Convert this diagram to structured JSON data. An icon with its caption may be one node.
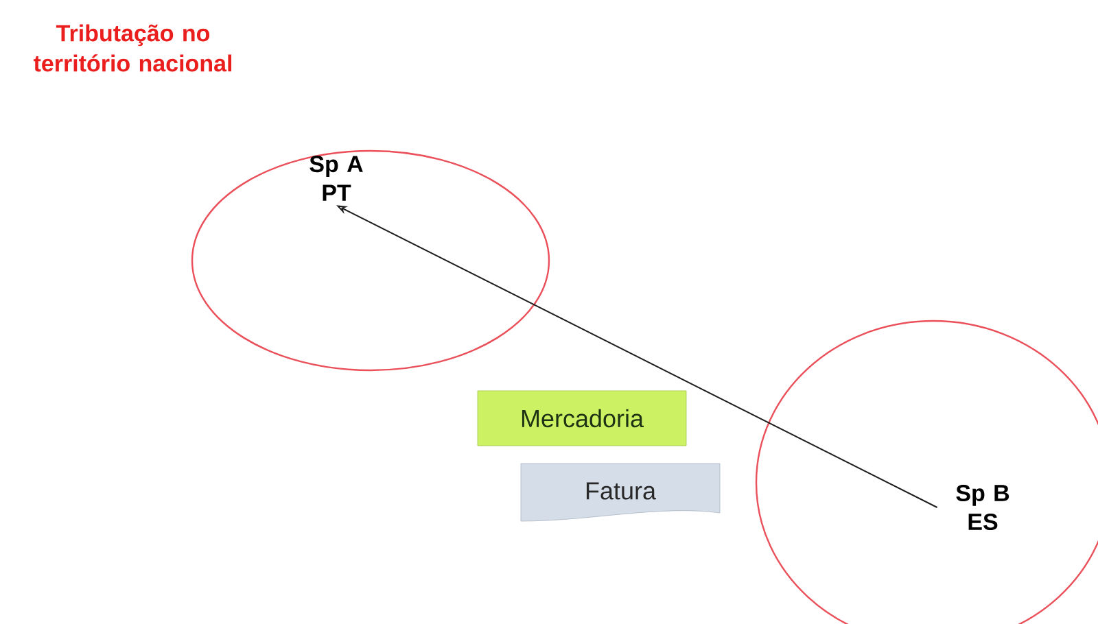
{
  "diagram": {
    "nodes": [
      {
        "text": [],
        "shape": "circle"
      },
      {
        "text": [
          "Sp A PT"
        ],
        "in": 0
      },
      {
        "text": [
          "Mercadoria"
        ]
      },
      {
        "text": [
          "Fatura"
        ]
      },
      {
        "text": [],
        "shape": "circle"
      },
      {
        "text": [
          "Sp B ES"
        ],
        "in": 4
      }
    ],
    "edges": [
      {
        "from": 5,
        "to": 1,
        "arrow": "to"
      }
    ],
    "labels": [
      "Tributação no território nacional"
    ]
  }
}
